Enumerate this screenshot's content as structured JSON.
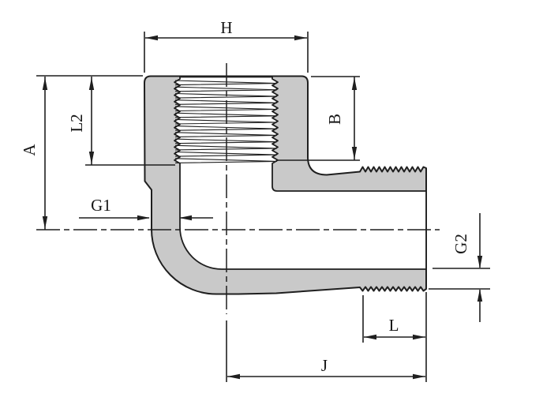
{
  "diagram": {
    "labels": {
      "H": "H",
      "A": "A",
      "L2": "L2",
      "B": "B",
      "G1": "G1",
      "G2": "G2",
      "L": "L",
      "J": "J"
    },
    "colors": {
      "body_fill": "#c9c9c9",
      "line": "#1f1f1f",
      "background": "#ffffff"
    }
  }
}
